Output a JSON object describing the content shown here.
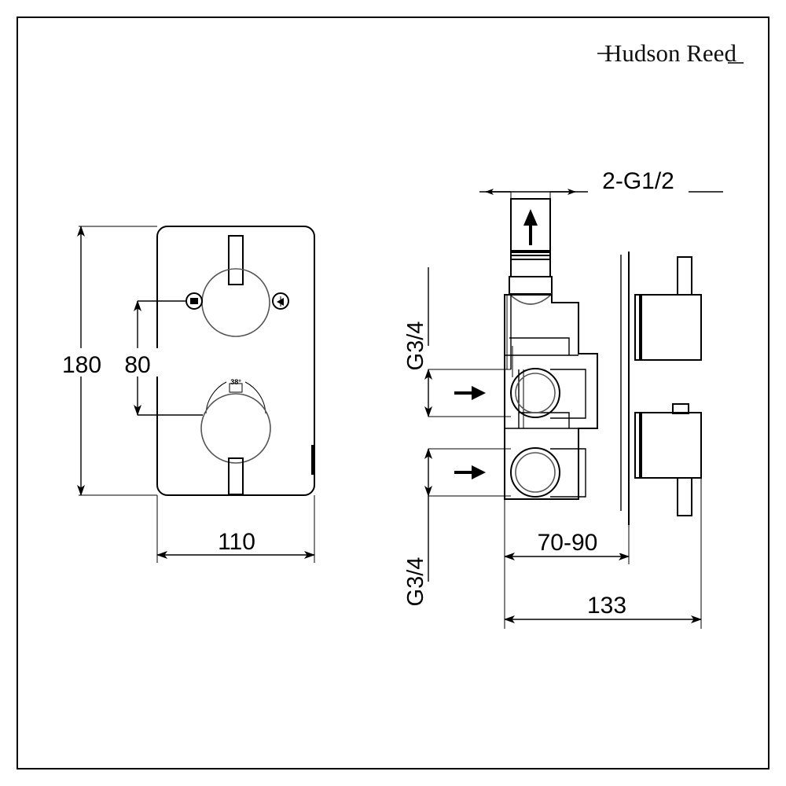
{
  "sheet": {
    "brand": "Hudson Reed",
    "background_color": "#ffffff",
    "line_color": "#000000",
    "border": true
  },
  "views": {
    "front": {
      "name": "front-elevation",
      "faceplate": {
        "shape": "rounded-rectangle",
        "corner_radius": 12
      },
      "controls": [
        {
          "name": "diverter-knob",
          "position": "upper",
          "lever_direction": "up",
          "side_icons": [
            "shower-outlet-icon",
            "handset-outlet-icon"
          ]
        },
        {
          "name": "thermostatic-knob",
          "position": "lower",
          "lever_direction": "down",
          "marking": "38°",
          "arc_marks": 2
        }
      ]
    },
    "side": {
      "name": "side-section-view",
      "ports": [
        {
          "name": "top-outlet-port",
          "flow": "up"
        },
        {
          "name": "upper-inlet-port",
          "flow": "right"
        },
        {
          "name": "lower-inlet-port",
          "flow": "right"
        }
      ]
    }
  },
  "dimensions": {
    "height_overall": "180",
    "height_centres": "80",
    "width_overall": "110",
    "outlet_thread": "2-G1/2",
    "inlet_thread_upper": "G3/4",
    "inlet_thread_lower": "G3/4",
    "wall_depth_range": "70-90",
    "depth_overall": "133",
    "temperature_mark": "38°"
  },
  "colors": {
    "ink": "#000000",
    "paper": "#ffffff",
    "shade": "#555555"
  }
}
